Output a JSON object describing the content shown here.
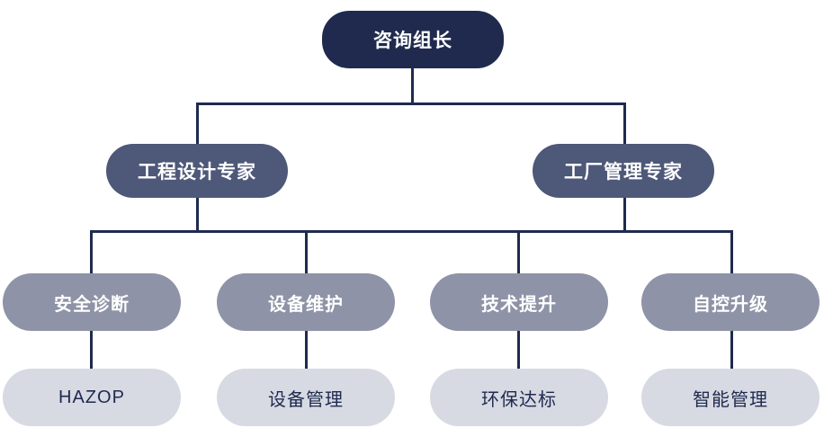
{
  "diagram": {
    "type": "org-chart",
    "root": {
      "label": "咨询组长"
    },
    "branches": [
      {
        "label": "工程设计专家"
      },
      {
        "label": "工厂管理专家"
      }
    ],
    "functions": [
      {
        "label": "安全诊断"
      },
      {
        "label": "设备维护"
      },
      {
        "label": "技术提升"
      },
      {
        "label": "自控升级"
      }
    ],
    "deliverables": [
      {
        "label": "HAZOP"
      },
      {
        "label": "设备管理"
      },
      {
        "label": "环保达标"
      },
      {
        "label": "智能管理"
      }
    ]
  },
  "colors": {
    "level1_bg": "#1f2a4e",
    "level2_bg": "#4e5878",
    "level3_bg": "#8e93a7",
    "level4_bg": "#d7dae3",
    "connector_line": "#1f2a4e",
    "text_light": "#ffffff",
    "text_dark": "#1f2a4e",
    "background": "#ffffff"
  }
}
